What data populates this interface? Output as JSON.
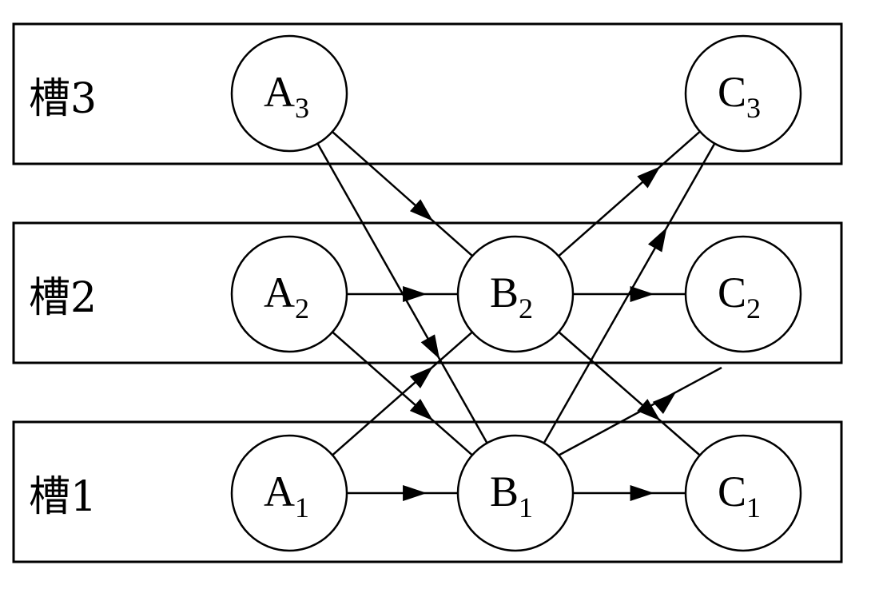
{
  "slots": [
    {
      "id": "slot3",
      "label": "槽3"
    },
    {
      "id": "slot2",
      "label": "槽2"
    },
    {
      "id": "slot1",
      "label": "槽1"
    }
  ],
  "nodes": [
    {
      "id": "A3",
      "letter": "A",
      "sub": "3"
    },
    {
      "id": "C3",
      "letter": "C",
      "sub": "3"
    },
    {
      "id": "A2",
      "letter": "A",
      "sub": "2"
    },
    {
      "id": "B2",
      "letter": "B",
      "sub": "2"
    },
    {
      "id": "C2",
      "letter": "C",
      "sub": "2"
    },
    {
      "id": "A1",
      "letter": "A",
      "sub": "1"
    },
    {
      "id": "B1",
      "letter": "B",
      "sub": "1"
    },
    {
      "id": "C1",
      "letter": "C",
      "sub": "1"
    }
  ],
  "edges": [
    {
      "from": "A3",
      "to": "B2"
    },
    {
      "from": "A3",
      "to": "B1"
    },
    {
      "from": "A2",
      "to": "B2"
    },
    {
      "from": "A2",
      "to": "B1"
    },
    {
      "from": "A1",
      "to": "B1"
    },
    {
      "from": "A1",
      "to": "B2"
    },
    {
      "from": "B2",
      "to": "C3"
    },
    {
      "from": "B2",
      "to": "C2"
    },
    {
      "from": "B2",
      "to": "C1"
    },
    {
      "from": "B1",
      "to": "C1"
    },
    {
      "from": "B1",
      "to": "C3"
    },
    {
      "from": "B1",
      "to": "C2"
    }
  ]
}
